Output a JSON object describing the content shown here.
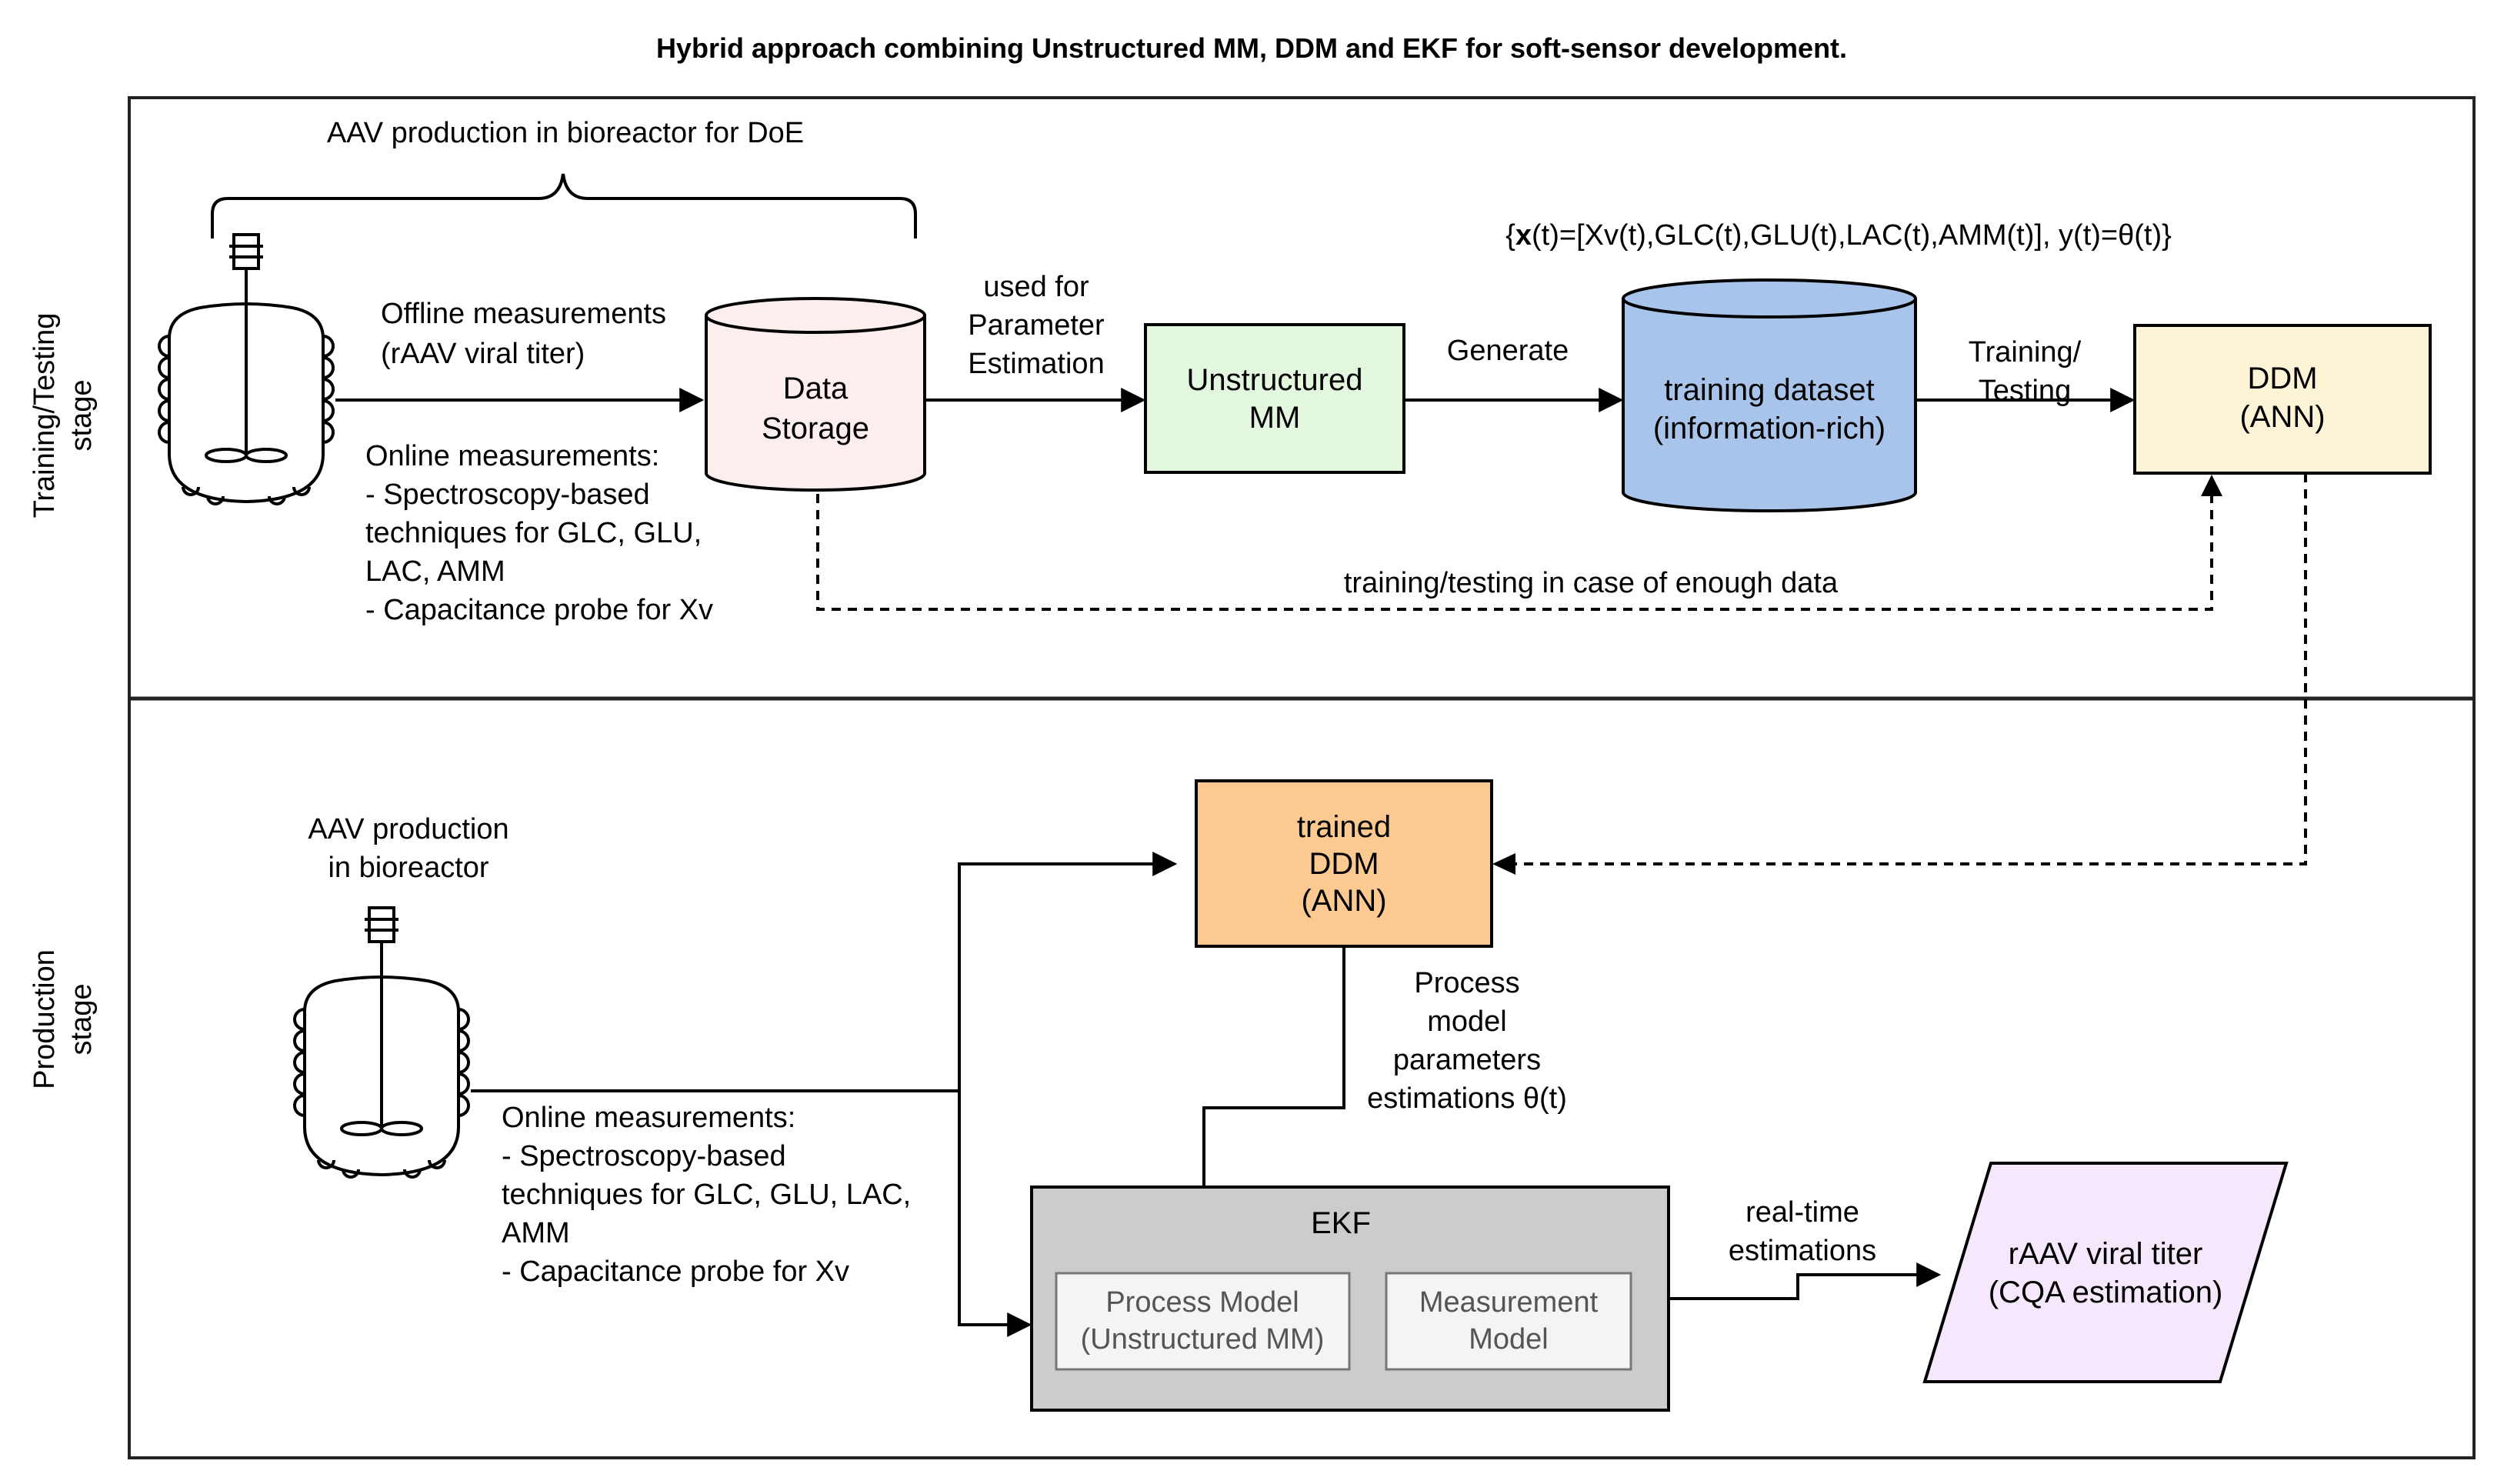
{
  "title": "Hybrid approach combining Unstructured MM, DDM and EKF for soft-sensor development.",
  "stages": {
    "training": [
      "Training/Testing",
      "stage"
    ],
    "production": [
      "Production",
      "stage"
    ]
  },
  "training": {
    "doe_label": "AAV production in bioreactor for DoE",
    "offline": [
      "Offline measurements",
      "(rAAV viral titer)"
    ],
    "online": [
      "Online measurements:",
      "- Spectroscopy-based",
      "techniques for GLC, GLU,",
      "LAC, AMM",
      "- Capacitance probe for Xv"
    ],
    "data_storage": [
      "Data",
      "Storage"
    ],
    "param_est": [
      "used for",
      "Parameter",
      "Estimation"
    ],
    "unstructured_mm": [
      "Unstructured",
      "MM"
    ],
    "generate": "Generate",
    "dataset_formula": "{x(t)=[Xv(t),GLC(t),GLU(t),LAC(t),AMM(t)], y(t)=θ(t)}",
    "dataset_formula_parts": [
      "{",
      "x",
      "(t)=[Xv(t),GLC(t),GLU(t),LAC(t),AMM(t)], y(t)=θ(t)}"
    ],
    "training_dataset": [
      "training dataset",
      "(information-rich)"
    ],
    "train_test": [
      "Training/",
      "Testing"
    ],
    "ddm": [
      "DDM",
      "(ANN)"
    ],
    "dashed_label": "training/testing in case of enough data"
  },
  "production": {
    "bioreactor_label": [
      "AAV production",
      "in bioreactor"
    ],
    "online": [
      "Online measurements:",
      "- Spectroscopy-based",
      "techniques for GLC, GLU, LAC,",
      "AMM",
      "- Capacitance probe for Xv"
    ],
    "trained_ddm": [
      "trained",
      "DDM",
      "(ANN)"
    ],
    "process_params": [
      "Process",
      "model",
      "parameters",
      "estimations θ(t)"
    ],
    "ekf": "EKF",
    "process_model": [
      "Process Model",
      "(Unstructured MM)"
    ],
    "measurement_model": [
      "Measurement",
      "Model"
    ],
    "realtime": [
      "real-time",
      "estimations"
    ],
    "output": [
      "rAAV viral titer",
      "(CQA estimation)"
    ]
  },
  "colors": {
    "data_storage": "#fdeeee",
    "unstructured_mm": "#e3f7df",
    "training_dataset": "#a9c4ea",
    "ddm": "#fdf3d6",
    "trained_ddm": "#fcc991",
    "ekf": "#cccccc",
    "inner_box": "#f4f4f4",
    "output": "#f5e8fc"
  }
}
